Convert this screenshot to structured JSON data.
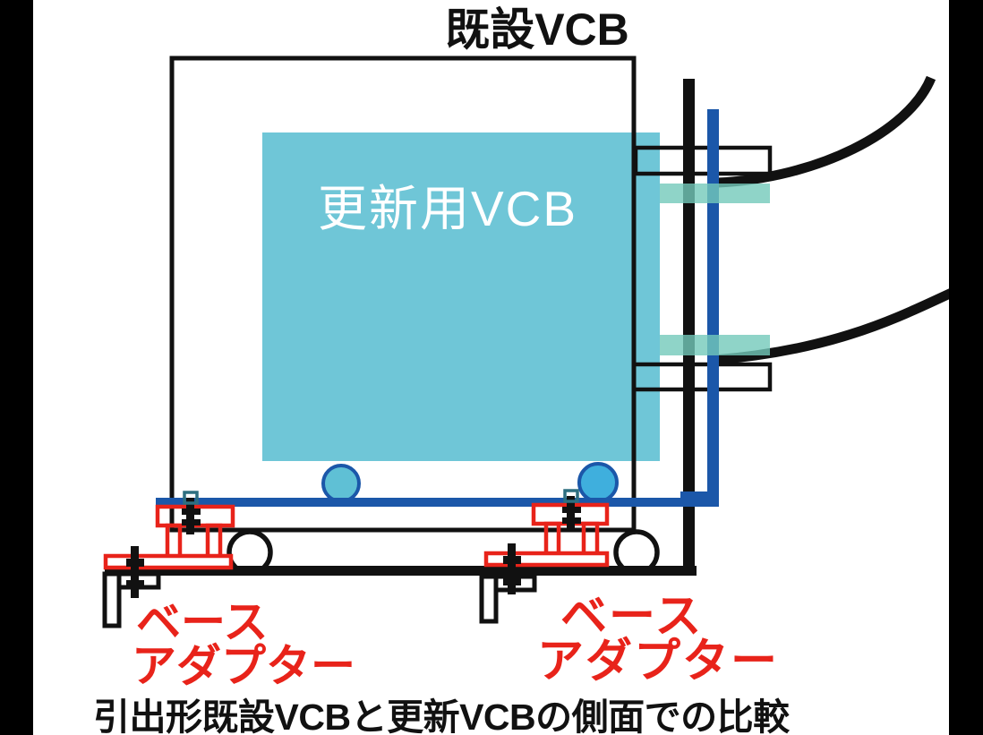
{
  "labels": {
    "existing_vcb": "既設VCB",
    "replacement_vcb": "更新用VCB",
    "base_adapter_left": {
      "line1": "ベース",
      "line2": "アダプター"
    },
    "base_adapter_right": {
      "line1": "ベース",
      "line2": "アダプター"
    },
    "caption": "引出形既設VCBと更新VCBの側面での比較"
  },
  "colors": {
    "cyan": "#6fc6d7",
    "teal": "#73c9ba",
    "blue": "#1b57a9",
    "circle_fill_left": "#5fc0d5",
    "circle_fill_right": "#3fafdd",
    "red": "#e8231a",
    "black": "#111111",
    "cap_teal": "#2e6f80",
    "white": "#ffffff"
  }
}
